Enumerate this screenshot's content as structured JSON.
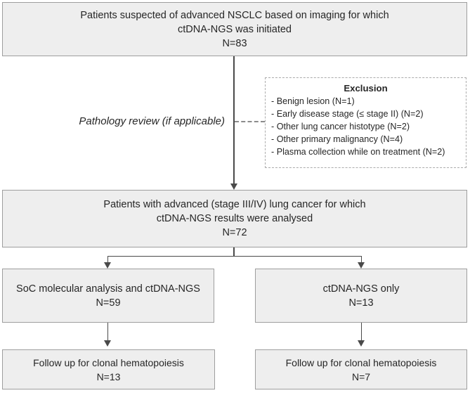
{
  "flow": {
    "box_suspected": {
      "line1": "Patients suspected of advanced NSCLC based on imaging for which",
      "line2": "ctDNA-NGS was initiated",
      "n": "N=83"
    },
    "pathology_note": "Pathology review (if applicable)",
    "exclusion": {
      "title": "Exclusion",
      "items": [
        "- Benign lesion (N=1)",
        "- Early disease stage (≤ stage II) (N=2)",
        "- Other lung cancer histotype (N=2)",
        "- Other primary malignancy (N=4)",
        "- Plasma collection while on treatment (N=2)"
      ]
    },
    "box_analysed": {
      "line1": "Patients with advanced (stage III/IV) lung cancer for which",
      "line2": "ctDNA-NGS results were analysed",
      "n": "N=72"
    },
    "box_soc": {
      "line1": "SoC molecular analysis and ctDNA-NGS",
      "n": "N=59"
    },
    "box_ctdna_only": {
      "line1": "ctDNA-NGS only",
      "n": "N=13"
    },
    "box_followup_soc": {
      "line1": "Follow up for clonal hematopoiesis",
      "n": "N=13"
    },
    "box_followup_ctdna": {
      "line1": "Follow up for clonal hematopoiesis",
      "n": "N=7"
    }
  },
  "colors": {
    "box_fill": "#eeeeee",
    "box_border": "#9e9e9e",
    "exclusion_fill": "#ffffff",
    "exclusion_border": "#ababab",
    "connector": "#4a4a4a",
    "text": "#262626",
    "background": "#ffffff"
  }
}
